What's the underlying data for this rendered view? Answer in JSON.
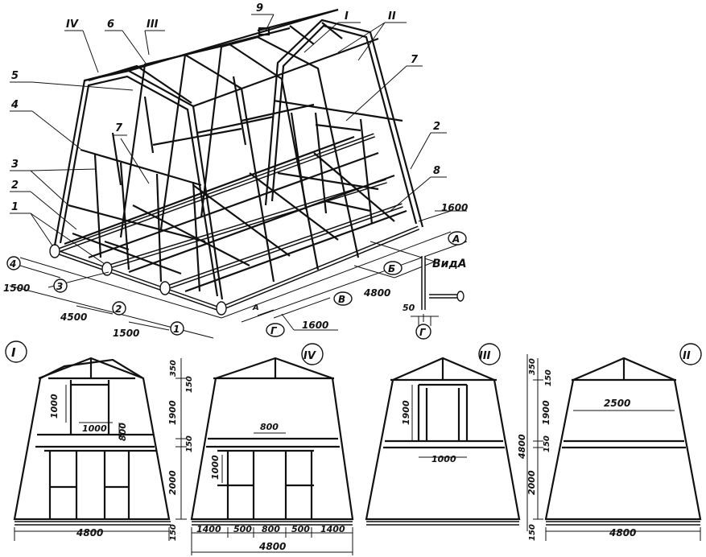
{
  "iso": {
    "callouts": [
      "9",
      "I",
      "II",
      "IV",
      "6",
      "III",
      "7",
      "5",
      "4",
      "7",
      "2",
      "3",
      "2",
      "8",
      "1"
    ],
    "axes_numbers": [
      "4",
      "3",
      "2",
      "1"
    ],
    "axes_letters": [
      "A",
      "Б",
      "В",
      "Г"
    ],
    "dims_left": [
      "1500",
      "4500",
      "1500"
    ],
    "dims_right": [
      "1600",
      "4800",
      "1600"
    ],
    "view_label": "ВидА",
    "view_dim": "50",
    "view_axis": "Г"
  },
  "elevations": [
    {
      "label": "I",
      "dims": [
        "1000",
        "1000",
        "800",
        "4800"
      ]
    },
    {
      "label": "IV",
      "dims": [
        "800",
        "1000",
        "1400",
        "500",
        "800",
        "500",
        "1400",
        "4800"
      ],
      "vertical_dims": [
        "350",
        "150",
        "1900",
        "150",
        "2000",
        "150"
      ]
    },
    {
      "label": "III",
      "dims": [
        "1900",
        "1000"
      ],
      "vertical_dims": [
        "350",
        "150",
        "4800",
        "1900",
        "150",
        "2000",
        "150"
      ]
    },
    {
      "label": "II",
      "dims": [
        "2500",
        "4800"
      ]
    }
  ]
}
